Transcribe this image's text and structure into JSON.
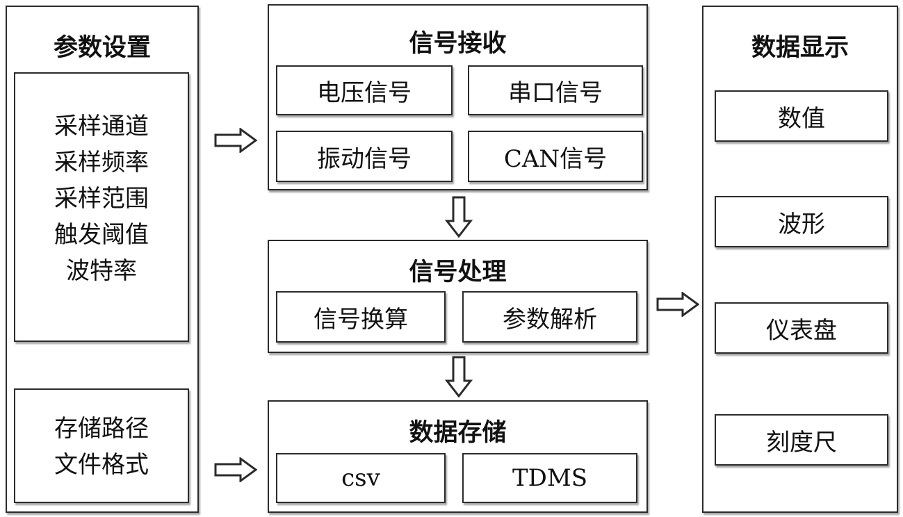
{
  "params": {
    "title": "参数设置",
    "sampling_items": [
      "采样通道",
      "采样频率",
      "采样范围",
      "触发阈值",
      "波特率"
    ],
    "storage_items": [
      "存储路径",
      "文件格式"
    ]
  },
  "receive": {
    "title": "信号接收",
    "items": [
      "电压信号",
      "串口信号",
      "振动信号",
      "CAN信号"
    ]
  },
  "process": {
    "title": "信号处理",
    "items": [
      "信号换算",
      "参数解析"
    ]
  },
  "storage": {
    "title": "数据存储",
    "items": [
      "csv",
      "TDMS"
    ]
  },
  "display": {
    "title": "数据显示",
    "items": [
      "数值",
      "波形",
      "仪表盘",
      "刻度尺"
    ]
  }
}
